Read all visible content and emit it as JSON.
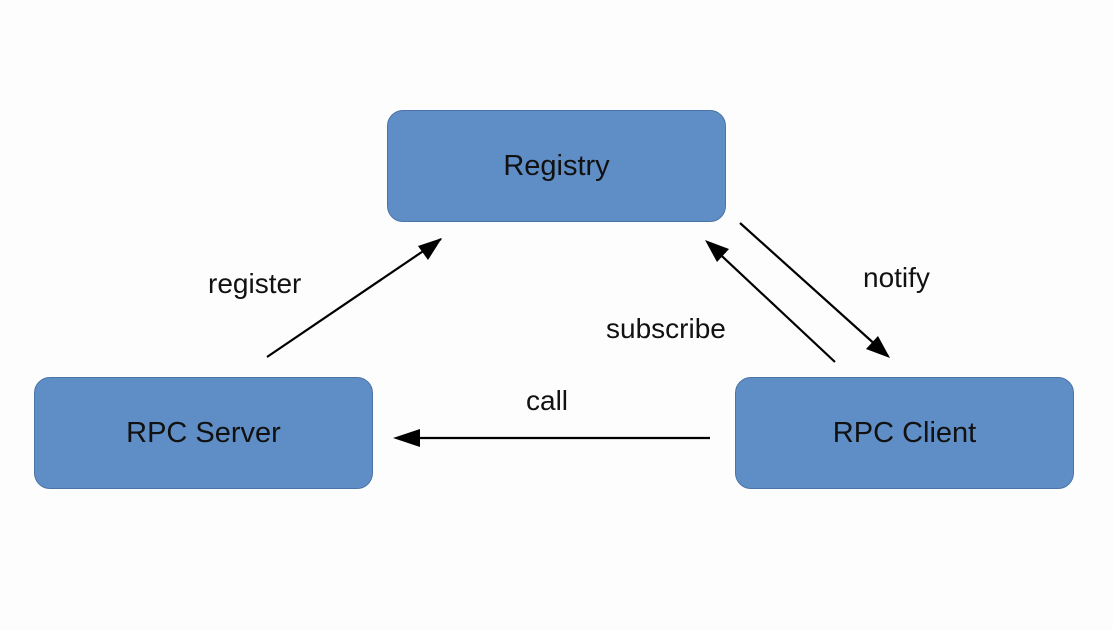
{
  "nodes": {
    "registry": "Registry",
    "server": "RPC Server",
    "client": "RPC Client"
  },
  "edges": {
    "register": "register",
    "notify": "notify",
    "subscribe": "subscribe",
    "call": "call"
  },
  "colors": {
    "node_fill": "#5f8dc5",
    "node_border": "#4a74a6",
    "arrow": "#000000"
  }
}
